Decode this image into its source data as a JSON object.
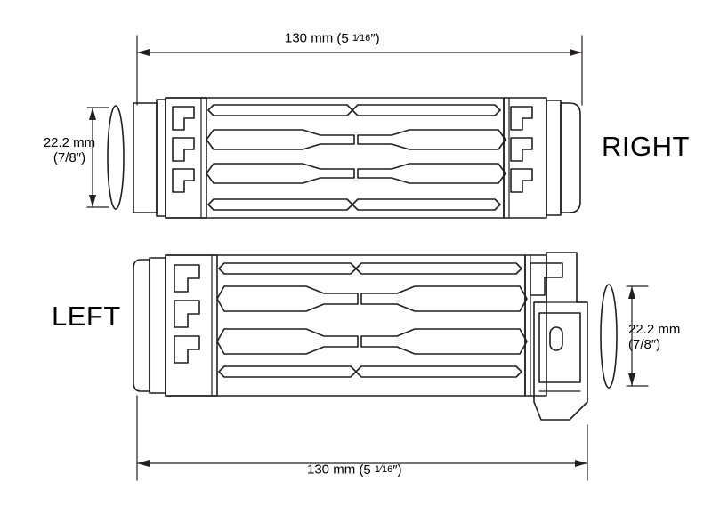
{
  "diagram": {
    "title_hidden": "",
    "labels": {
      "top_length_value": "130 mm",
      "top_length_imperial_whole": "5",
      "top_length_imperial_num": "1",
      "top_length_imperial_den": "16",
      "top_length_full": "130 mm (5 1/16″)",
      "bottom_length_value": "130 mm",
      "bottom_length_imperial_whole": "5",
      "bottom_length_imperial_num": "1",
      "bottom_length_imperial_den": "16",
      "bottom_length_full": "130 mm (5 1/16″)",
      "left_diameter_value": "22.2 mm",
      "left_diameter_imperial": "(7/8″)",
      "right_diameter_value": "22.2 mm",
      "right_diameter_imperial": "(7/8″)",
      "right_side": "RIGHT",
      "left_side": "LEFT"
    },
    "colors": {
      "stroke": "#231f20",
      "fill": "#ffffff",
      "background": "#ffffff"
    },
    "units": {
      "metric": "mm",
      "inch_symbol": "″"
    }
  }
}
